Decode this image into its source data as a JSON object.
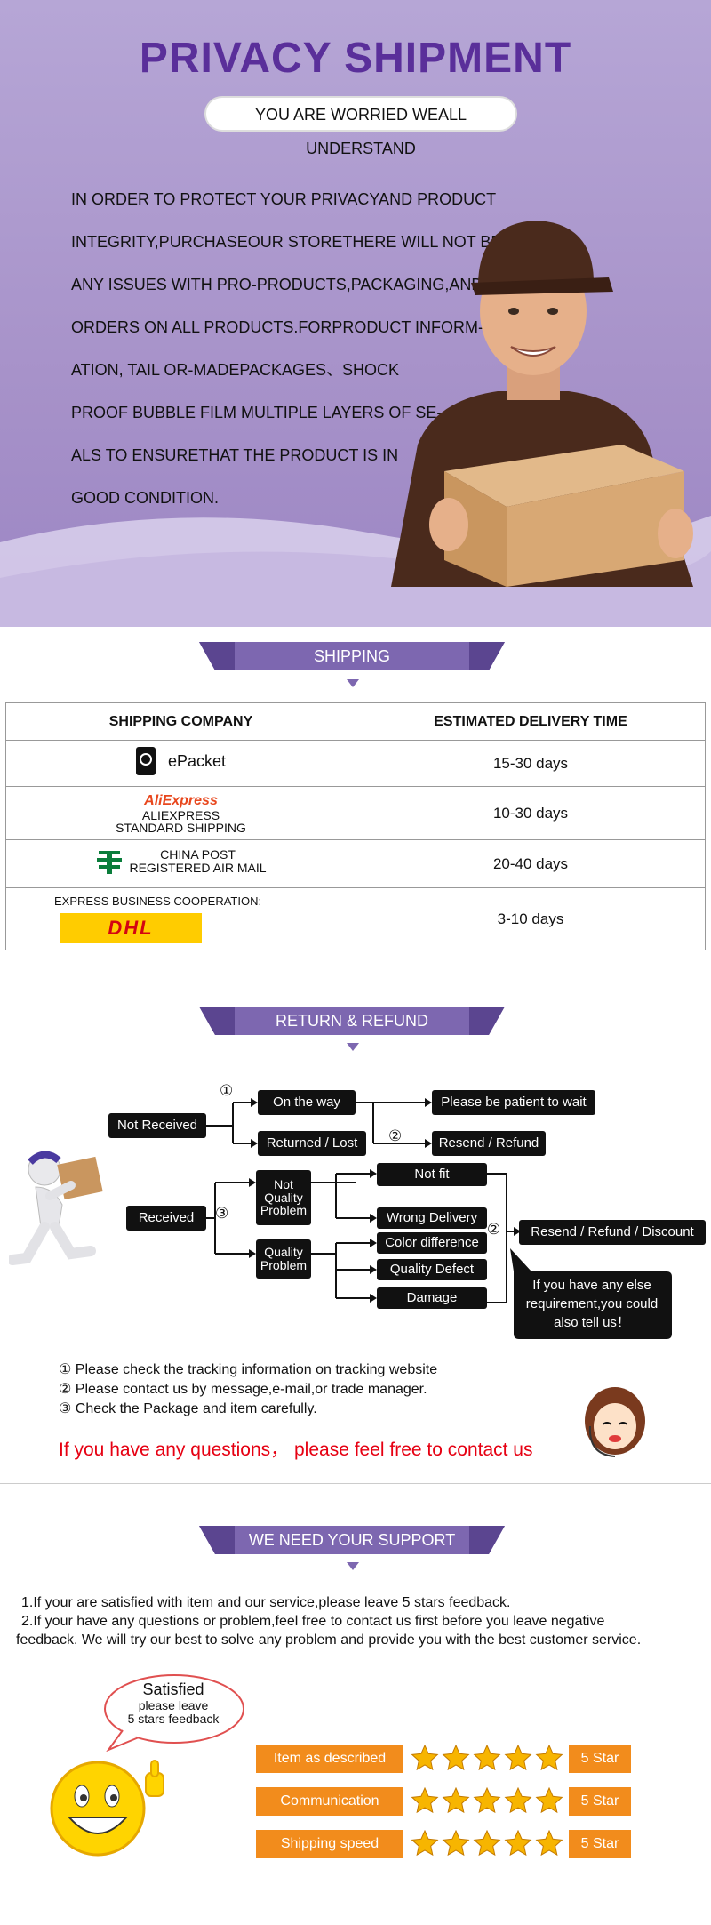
{
  "hero": {
    "title": "PRIVACY SHIPMENT",
    "subtitle": "YOU ARE WORRIED WEALL UNDERSTAND",
    "lines": [
      "IN ORDER TO PROTECT YOUR PRIVACYAND PRODUCT",
      "INTEGRITY,PURCHASEOUR STORETHERE WILL NOT BE",
      "ANY ISSUES WITH PRO-PRODUCTS,PACKAGING,AND",
      "ORDERS ON ALL PRODUCTS.FORPRODUCT INFORM-",
      "ATION, TAIL OR-MADEPACKAGES、SHOCK",
      "PROOF BUBBLE FILM MULTIPLE LAYERS OF SE-",
      "ALS TO ENSURETHAT THE PRODUCT IS IN",
      "GOOD CONDITION."
    ]
  },
  "shipping": {
    "header": "SHIPPING",
    "col_company": "SHIPPING COMPANY",
    "col_time": "ESTIMATED DELIVERY TIME",
    "rows": [
      {
        "name": "ePacket",
        "time": "15-30 days"
      },
      {
        "logo": "AliExpress",
        "name_line1": "ALIEXPRESS",
        "name_line2": "STANDARD SHIPPING",
        "time": "10-30 days"
      },
      {
        "name_line1": "CHINA POST",
        "name_line2": "REGISTERED AIR MAIL",
        "time": "20-40 days"
      },
      {
        "label": "EXPRESS BUSINESS COOPERATION:",
        "logo": "DHL",
        "time": "3-10 days"
      }
    ]
  },
  "refund": {
    "header": "RETURN & REFUND",
    "not_received": "Not Received",
    "received": "Received",
    "on_the_way": "On the way",
    "returned_lost": "Returned / Lost",
    "patient": "Please be patient to wait",
    "resend_refund": "Resend / Refund",
    "not_quality": "Not Quality Problem",
    "quality": "Quality Problem",
    "not_fit": "Not fit",
    "wrong_delivery": "Wrong Delivery",
    "color_difference": "Color difference",
    "quality_defect": "Quality Defect",
    "damage": "Damage",
    "resend_refund_discount": "Resend / Refund / Discount",
    "bubble": "If you have any else requirement,you could also tell us！",
    "mark1": "①",
    "mark2": "②",
    "mark3": "③",
    "notes": [
      "① Please check the tracking information on tracking website",
      "② Please contact us by message,e-mail,or trade manager.",
      "③ Check the Package and item carefully."
    ],
    "contact": "If you have any questions， please feel free to contact us"
  },
  "support": {
    "header": "WE NEED YOUR SUPPORT",
    "line1": "1.If your are satisfied with item and our service,please leave 5 stars feedback.",
    "line2a": "2.If your have any questions or problem,feel free to contact us first before you leave negative",
    "line2b": "feedback. We will try our best to solve any problem and provide you with the best customer service.",
    "bubble_title": "Satisfied",
    "bubble_line1": "please leave",
    "bubble_line2": "5 stars feedback",
    "ratings": [
      {
        "label": "Item as described",
        "stars": 5,
        "value": "5 Star"
      },
      {
        "label": "Communication",
        "stars": 5,
        "value": "5 Star"
      },
      {
        "label": "Shipping speed",
        "stars": 5,
        "value": "5 Star"
      }
    ]
  },
  "colors": {
    "purple": "#7d67b0",
    "orange": "#f28c1c",
    "red": "#e60012"
  }
}
